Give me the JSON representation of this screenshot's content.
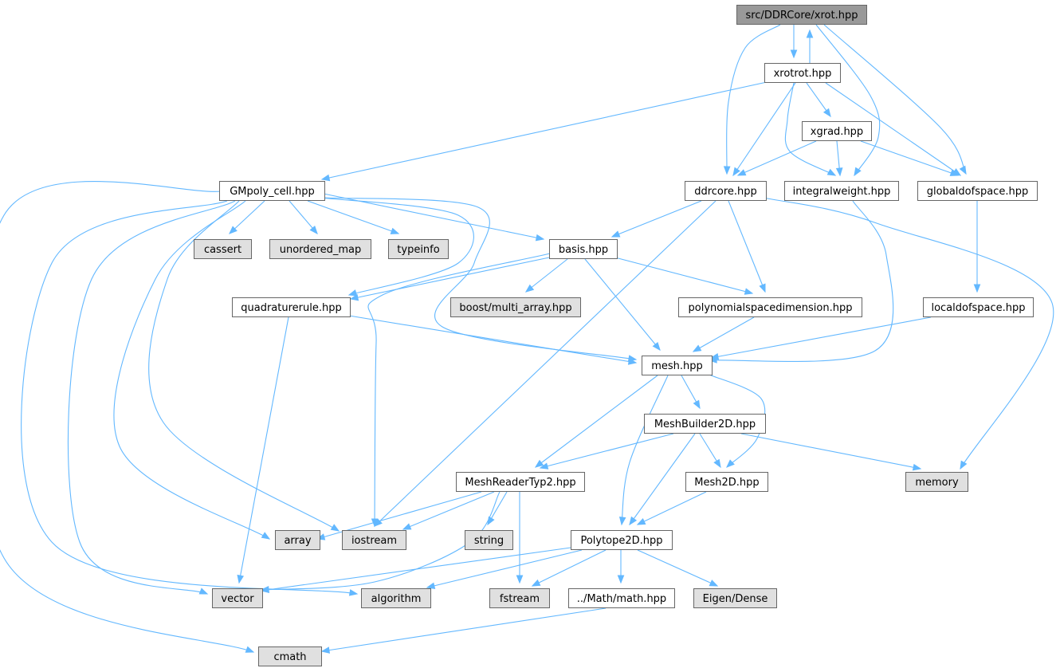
{
  "colors": {
    "edge": "#63b8ff",
    "node_fill": "#ffffff",
    "node_root_fill": "#999999",
    "node_system_fill": "#e0e0e0",
    "node_stroke": "#666666"
  },
  "nodes": [
    {
      "id": "xrot",
      "label": "src/DDRCore/xrot.hpp",
      "kind": "root"
    },
    {
      "id": "xrotrot",
      "label": "xrotrot.hpp",
      "kind": "header"
    },
    {
      "id": "xgrad",
      "label": "xgrad.hpp",
      "kind": "header"
    },
    {
      "id": "GMpoly_cell",
      "label": "GMpoly_cell.hpp",
      "kind": "header"
    },
    {
      "id": "ddrcore",
      "label": "ddrcore.hpp",
      "kind": "header"
    },
    {
      "id": "integralweight",
      "label": "integralweight.hpp",
      "kind": "header"
    },
    {
      "id": "globaldofspace",
      "label": "globaldofspace.hpp",
      "kind": "header"
    },
    {
      "id": "cassert",
      "label": "cassert",
      "kind": "system"
    },
    {
      "id": "unordered_map",
      "label": "unordered_map",
      "kind": "system"
    },
    {
      "id": "typeinfo",
      "label": "typeinfo",
      "kind": "system"
    },
    {
      "id": "basis",
      "label": "basis.hpp",
      "kind": "header"
    },
    {
      "id": "quadraturerule",
      "label": "quadraturerule.hpp",
      "kind": "header"
    },
    {
      "id": "boost_multi_array",
      "label": "boost/multi_array.hpp",
      "kind": "system"
    },
    {
      "id": "polynomialspacedimension",
      "label": "polynomialspacedimension.hpp",
      "kind": "header"
    },
    {
      "id": "localdofspace",
      "label": "localdofspace.hpp",
      "kind": "header"
    },
    {
      "id": "mesh",
      "label": "mesh.hpp",
      "kind": "header"
    },
    {
      "id": "MeshBuilder2D",
      "label": "MeshBuilder2D.hpp",
      "kind": "header"
    },
    {
      "id": "MeshReaderTyp2",
      "label": "MeshReaderTyp2.hpp",
      "kind": "header"
    },
    {
      "id": "Mesh2D",
      "label": "Mesh2D.hpp",
      "kind": "header"
    },
    {
      "id": "memory",
      "label": "memory",
      "kind": "system"
    },
    {
      "id": "array",
      "label": "array",
      "kind": "system"
    },
    {
      "id": "iostream",
      "label": "iostream",
      "kind": "system"
    },
    {
      "id": "string",
      "label": "string",
      "kind": "system"
    },
    {
      "id": "Polytope2D",
      "label": "Polytope2D.hpp",
      "kind": "header"
    },
    {
      "id": "vector",
      "label": "vector",
      "kind": "system"
    },
    {
      "id": "algorithm",
      "label": "algorithm",
      "kind": "system"
    },
    {
      "id": "fstream",
      "label": "fstream",
      "kind": "system"
    },
    {
      "id": "math",
      "label": "../Math/math.hpp",
      "kind": "header"
    },
    {
      "id": "Eigen_Dense",
      "label": "Eigen/Dense",
      "kind": "system"
    },
    {
      "id": "cmath",
      "label": "cmath",
      "kind": "system"
    }
  ],
  "edges": [
    {
      "from": "xrot",
      "to": "xrotrot"
    },
    {
      "from": "xrot",
      "to": "ddrcore"
    },
    {
      "from": "xrot",
      "to": "integralweight"
    },
    {
      "from": "xrot",
      "to": "globaldofspace"
    },
    {
      "from": "xrotrot",
      "to": "xrot"
    },
    {
      "from": "xrotrot",
      "to": "GMpoly_cell"
    },
    {
      "from": "xrotrot",
      "to": "xgrad"
    },
    {
      "from": "xrotrot",
      "to": "ddrcore"
    },
    {
      "from": "xrotrot",
      "to": "integralweight"
    },
    {
      "from": "xrotrot",
      "to": "globaldofspace"
    },
    {
      "from": "xgrad",
      "to": "ddrcore"
    },
    {
      "from": "xgrad",
      "to": "integralweight"
    },
    {
      "from": "xgrad",
      "to": "globaldofspace"
    },
    {
      "from": "GMpoly_cell",
      "to": "cassert"
    },
    {
      "from": "GMpoly_cell",
      "to": "unordered_map"
    },
    {
      "from": "GMpoly_cell",
      "to": "typeinfo"
    },
    {
      "from": "GMpoly_cell",
      "to": "basis"
    },
    {
      "from": "GMpoly_cell",
      "to": "quadraturerule"
    },
    {
      "from": "GMpoly_cell",
      "to": "mesh"
    },
    {
      "from": "GMpoly_cell",
      "to": "array"
    },
    {
      "from": "GMpoly_cell",
      "to": "iostream"
    },
    {
      "from": "GMpoly_cell",
      "to": "vector"
    },
    {
      "from": "GMpoly_cell",
      "to": "algorithm"
    },
    {
      "from": "GMpoly_cell",
      "to": "cmath"
    },
    {
      "from": "ddrcore",
      "to": "basis"
    },
    {
      "from": "ddrcore",
      "to": "polynomialspacedimension"
    },
    {
      "from": "ddrcore",
      "to": "iostream"
    },
    {
      "from": "ddrcore",
      "to": "memory"
    },
    {
      "from": "integralweight",
      "to": "mesh"
    },
    {
      "from": "globaldofspace",
      "to": "localdofspace"
    },
    {
      "from": "basis",
      "to": "quadraturerule"
    },
    {
      "from": "basis",
      "to": "boost_multi_array"
    },
    {
      "from": "basis",
      "to": "polynomialspacedimension"
    },
    {
      "from": "basis",
      "to": "mesh"
    },
    {
      "from": "basis",
      "to": "iostream"
    },
    {
      "from": "quadraturerule",
      "to": "mesh"
    },
    {
      "from": "quadraturerule",
      "to": "vector"
    },
    {
      "from": "polynomialspacedimension",
      "to": "mesh"
    },
    {
      "from": "localdofspace",
      "to": "mesh"
    },
    {
      "from": "mesh",
      "to": "MeshBuilder2D"
    },
    {
      "from": "mesh",
      "to": "MeshReaderTyp2"
    },
    {
      "from": "mesh",
      "to": "Mesh2D"
    },
    {
      "from": "mesh",
      "to": "Polytope2D"
    },
    {
      "from": "MeshBuilder2D",
      "to": "MeshReaderTyp2"
    },
    {
      "from": "MeshBuilder2D",
      "to": "Mesh2D"
    },
    {
      "from": "MeshBuilder2D",
      "to": "Polytope2D"
    },
    {
      "from": "MeshBuilder2D",
      "to": "memory"
    },
    {
      "from": "MeshReaderTyp2",
      "to": "array"
    },
    {
      "from": "MeshReaderTyp2",
      "to": "iostream"
    },
    {
      "from": "MeshReaderTyp2",
      "to": "string"
    },
    {
      "from": "MeshReaderTyp2",
      "to": "fstream"
    },
    {
      "from": "MeshReaderTyp2",
      "to": "vector"
    },
    {
      "from": "Mesh2D",
      "to": "Polytope2D"
    },
    {
      "from": "Polytope2D",
      "to": "vector"
    },
    {
      "from": "Polytope2D",
      "to": "algorithm"
    },
    {
      "from": "Polytope2D",
      "to": "fstream"
    },
    {
      "from": "Polytope2D",
      "to": "math"
    },
    {
      "from": "Polytope2D",
      "to": "Eigen_Dense"
    },
    {
      "from": "math",
      "to": "cmath"
    }
  ]
}
